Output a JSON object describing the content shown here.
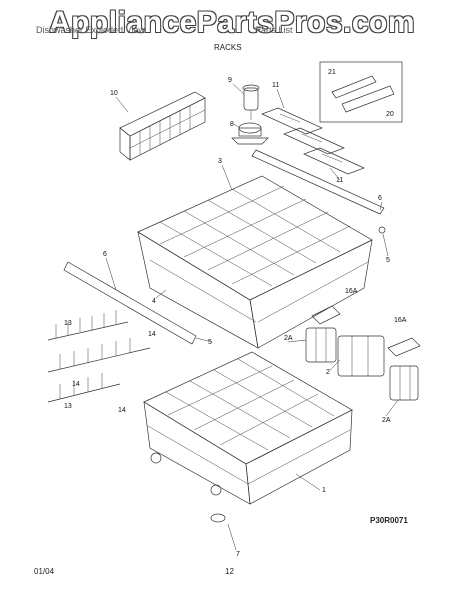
{
  "watermark": "AppliancePartsPros.com",
  "header": {
    "left_text": "Dishwasher Exploded View",
    "right_text": "Parts List"
  },
  "section_title": "RACKS",
  "footer": {
    "date": "01/04",
    "page_number": "12"
  },
  "diagram_code": "P30R0071",
  "callouts": [
    "10",
    "9",
    "11",
    "21",
    "20",
    "8",
    "3",
    "11",
    "6",
    "5",
    "6",
    "16A",
    "4",
    "13",
    "14",
    "5",
    "2A",
    "16A",
    "2",
    "14",
    "13",
    "14",
    "2A",
    "1",
    "7"
  ]
}
